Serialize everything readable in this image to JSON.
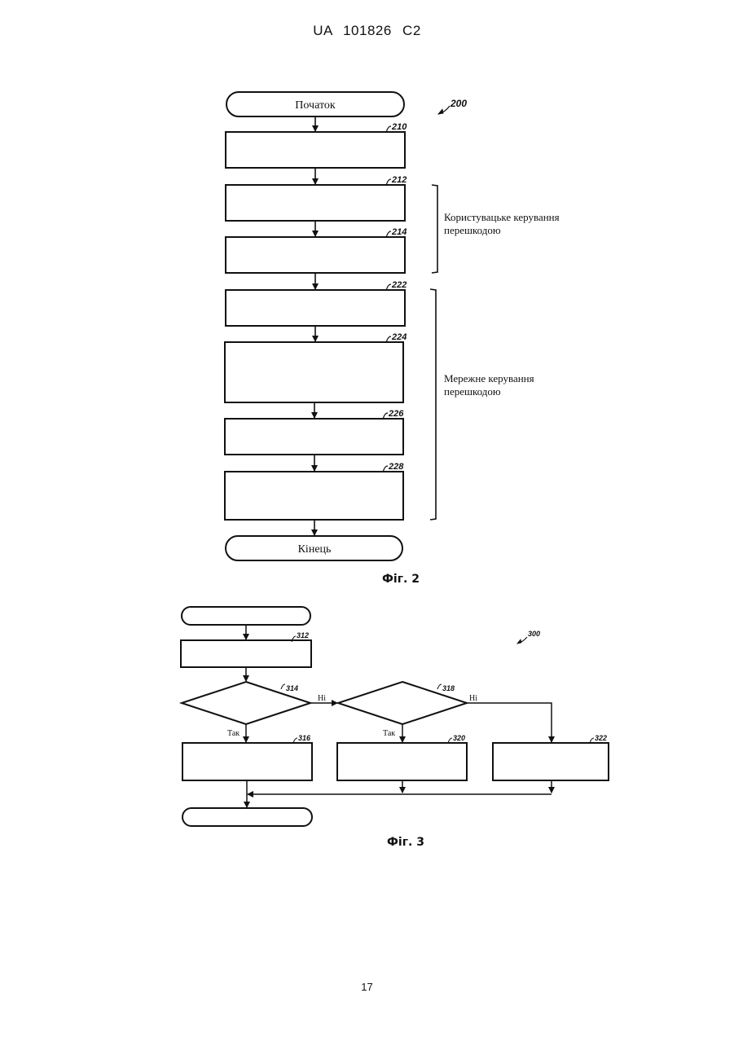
{
  "header": {
    "patent_id": "UA   101826   C2"
  },
  "page_number": "17",
  "fig2": {
    "ref": "200",
    "start_label": "Початок",
    "end_label": "Кінець",
    "step_refs": [
      "210",
      "212",
      "214",
      "222",
      "224",
      "226",
      "228"
    ],
    "group_user": "Користувацьке керування перешкодою",
    "group_user_line1": "Користувацьке керування",
    "group_user_line2": "перешкодою",
    "group_network_line1": "Мережне керування",
    "group_network_line2": "перешкодою",
    "caption": "Фіг. 2"
  },
  "fig3": {
    "ref": "300",
    "refs": {
      "block1": "312",
      "diamond1": "314",
      "diamond2": "318",
      "yes1": "316",
      "yes2": "320",
      "no2": "322"
    },
    "yes_label": "Так",
    "no_label": "Ні",
    "caption": "Фіг. 3"
  }
}
